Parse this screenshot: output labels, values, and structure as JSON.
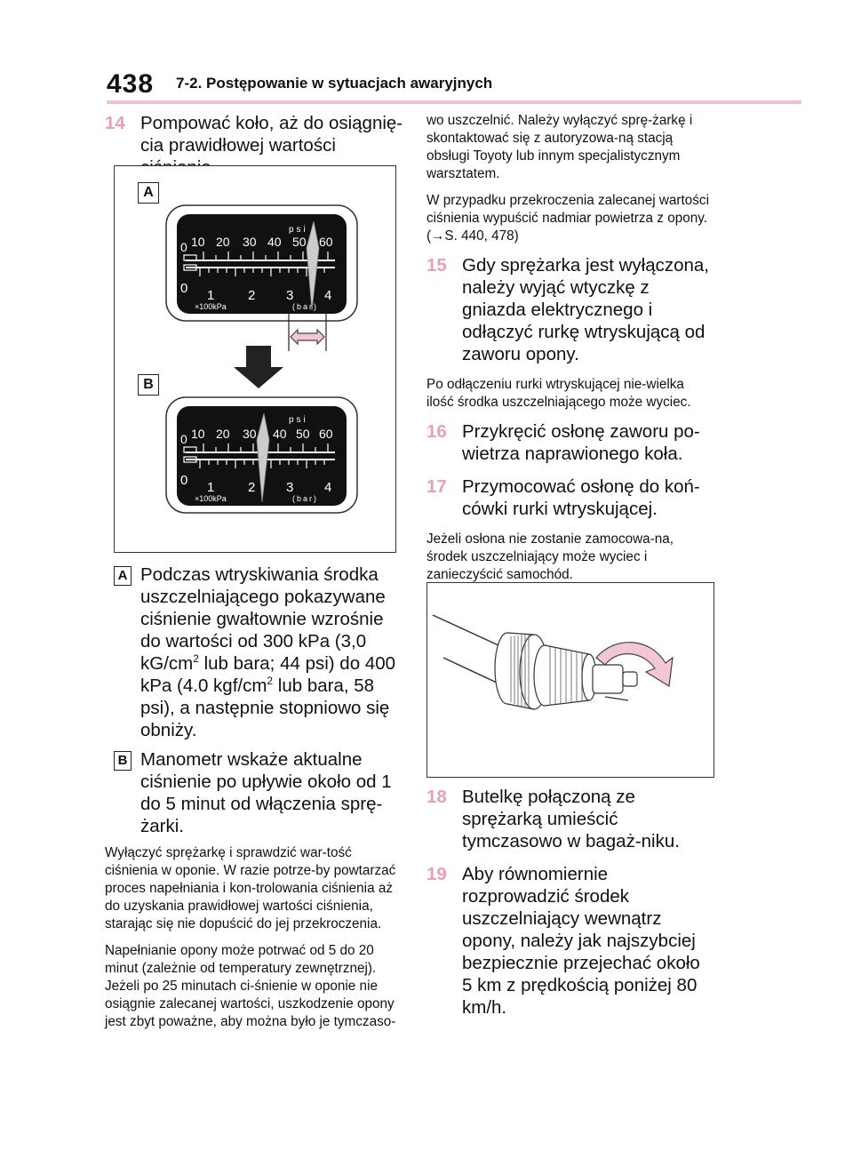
{
  "header": {
    "page_number": "438",
    "section_title": "7-2. Postępowanie w sytuacjach awaryjnych"
  },
  "left": {
    "step14": {
      "num": "14",
      "text": "Pompować koło, aż do osiągnię-cia prawidłowej wartości ciśnienia."
    },
    "figure": {
      "label_a": "A",
      "label_b": "B",
      "psi_label": "psi",
      "bar_label": "(bar)",
      "kpa_label": "×100kPa",
      "psi_ticks": [
        "0",
        "10",
        "20",
        "30",
        "40",
        "50",
        "60"
      ],
      "bar_ticks": [
        "0",
        "1",
        "2",
        "3",
        "4"
      ]
    },
    "note_a": {
      "badge": "A",
      "line1": "Podczas wtryskiwania środka uszczelniającego pokazywane ciśnienie gwałtownie wzrośnie do wartości od 300 kPa (3,0 kG/cm",
      "sup1": "2",
      "line2": " lub bara; 44 psi) do 400 kPa (4.0 kgf/cm",
      "sup2": "2",
      "line3": " lub bara, 58 psi), a następnie stopniowo się obniży."
    },
    "note_b": {
      "badge": "B",
      "text": "Manometr wskaże aktualne ciśnienie po upływie około od 1 do 5 minut od włączenia sprę-żarki."
    },
    "para1": "Wyłączyć sprężarkę i sprawdzić war-tość ciśnienia w oponie. W razie potrze-by powtarzać proces napełniania i kon-trolowania ciśnienia aż do uzyskania prawidłowej wartości ciśnienia, starając się nie dopuścić do jej przekroczenia.",
    "para2": "Napełnianie opony może potrwać od 5 do 20 minut (zależnie od temperatury zewnętrznej). Jeżeli po 25 minutach ci-śnienie w oponie nie osiągnie zalecanej wartości, uszkodzenie opony jest zbyt poważne, aby można było je tymczaso-"
  },
  "right": {
    "para_cont": "wo uszczelnić. Należy wyłączyć sprę-żarkę i skontaktować się z autoryzowa-ną stacją obsługi Toyoty lub innym specjalistycznym warsztatem.",
    "para_excess": "W przypadku przekroczenia zalecanej wartości ciśnienia wypuścić nadmiar powietrza z opony. (→S. 440, 478)",
    "step15": {
      "num": "15",
      "text": "Gdy sprężarka jest wyłączona, należy wyjąć wtyczkę z gniazda elektrycznego i odłączyć rurkę wtryskującą od zaworu opony."
    },
    "para15": "Po odłączeniu rurki wtryskującej nie-wielka ilość środka uszczelniającego może wyciec.",
    "step16": {
      "num": "16",
      "text": "Przykręcić osłonę zaworu po-wietrza naprawionego koła."
    },
    "step17": {
      "num": "17",
      "text": "Przymocować osłonę do koń-cówki rurki wtryskującej."
    },
    "para17": "Jeżeli osłona nie zostanie zamocowa-na, środek uszczelniający może wyciec i zanieczyścić samochód.",
    "step18": {
      "num": "18",
      "text": "Butelkę połączoną ze sprężarką umieścić tymczasowo w bagaż-niku."
    },
    "step19": {
      "num": "19",
      "text": "Aby równomiernie rozprowadzić środek uszczelniający wewnątrz opony, należy jak najszybciej bezpiecznie przejechać około 5 km z prędkością poniżej 80 km/h."
    }
  },
  "colors": {
    "accent_pink": "#e8a1b3",
    "rule_pink": "#f3bfcb",
    "gauge_face": "#111111"
  }
}
